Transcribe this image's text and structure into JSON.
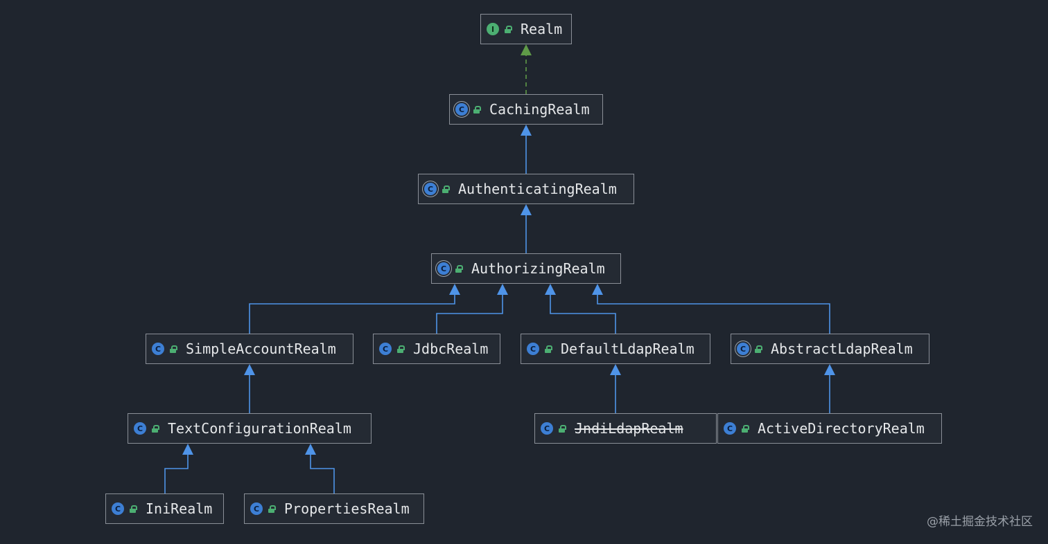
{
  "diagram": {
    "nodes": [
      {
        "id": "realm",
        "label": "Realm",
        "kind": "interface",
        "badge": "I"
      },
      {
        "id": "caching",
        "label": "CachingRealm",
        "kind": "abstract",
        "badge": "C"
      },
      {
        "id": "authenticating",
        "label": "AuthenticatingRealm",
        "kind": "abstract",
        "badge": "C"
      },
      {
        "id": "authorizing",
        "label": "AuthorizingRealm",
        "kind": "abstract",
        "badge": "C"
      },
      {
        "id": "simpleaccount",
        "label": "SimpleAccountRealm",
        "kind": "class",
        "badge": "C"
      },
      {
        "id": "jdbc",
        "label": "JdbcRealm",
        "kind": "class",
        "badge": "C"
      },
      {
        "id": "defaultldap",
        "label": "DefaultLdapRealm",
        "kind": "class",
        "badge": "C"
      },
      {
        "id": "abstractldap",
        "label": "AbstractLdapRealm",
        "kind": "abstract",
        "badge": "C"
      },
      {
        "id": "textconfig",
        "label": "TextConfigurationRealm",
        "kind": "class",
        "badge": "C"
      },
      {
        "id": "jndildap",
        "label": "JndiLdapRealm",
        "kind": "class",
        "badge": "C",
        "deprecated": true
      },
      {
        "id": "activedirectory",
        "label": "ActiveDirectoryRealm",
        "kind": "class",
        "badge": "C"
      },
      {
        "id": "ini",
        "label": "IniRealm",
        "kind": "class",
        "badge": "C"
      },
      {
        "id": "properties",
        "label": "PropertiesRealm",
        "kind": "class",
        "badge": "C"
      }
    ],
    "edges": [
      {
        "from": "caching",
        "to": "realm",
        "type": "implements"
      },
      {
        "from": "authenticating",
        "to": "caching",
        "type": "extends"
      },
      {
        "from": "authorizing",
        "to": "authenticating",
        "type": "extends"
      },
      {
        "from": "simpleaccount",
        "to": "authorizing",
        "type": "extends"
      },
      {
        "from": "jdbc",
        "to": "authorizing",
        "type": "extends"
      },
      {
        "from": "defaultldap",
        "to": "authorizing",
        "type": "extends"
      },
      {
        "from": "abstractldap",
        "to": "authorizing",
        "type": "extends"
      },
      {
        "from": "textconfig",
        "to": "simpleaccount",
        "type": "extends"
      },
      {
        "from": "jndildap",
        "to": "defaultldap",
        "type": "extends"
      },
      {
        "from": "activedirectory",
        "to": "abstractldap",
        "type": "extends"
      },
      {
        "from": "ini",
        "to": "textconfig",
        "type": "extends"
      },
      {
        "from": "properties",
        "to": "textconfig",
        "type": "extends"
      }
    ],
    "colors": {
      "extends_line": "#4f94e8",
      "implements_line": "#5f9a48",
      "interface_badge": "#4caf72",
      "class_badge": "#3d7fd4",
      "visibility_icon": "#4caf72"
    }
  },
  "watermark": "@稀土掘金技术社区"
}
